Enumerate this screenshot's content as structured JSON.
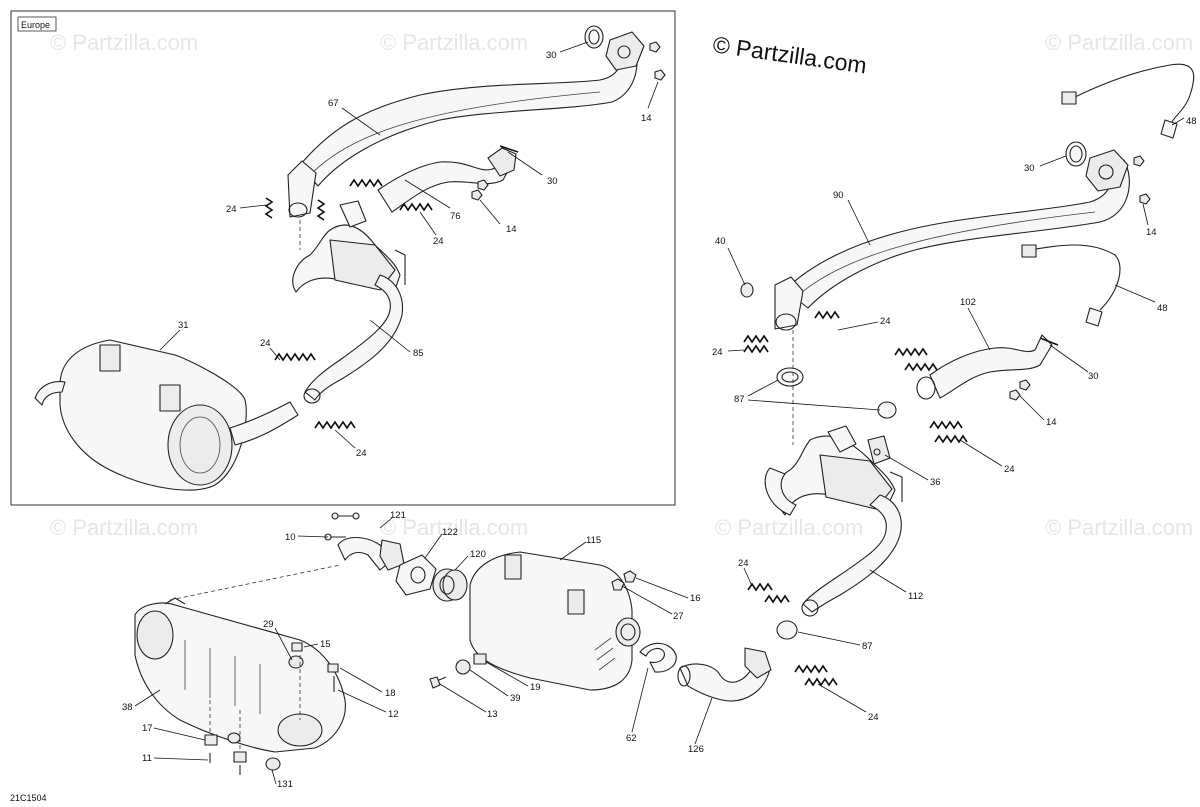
{
  "region_label": "Europe",
  "brand_watermark": "© Partzilla.com",
  "bg_watermark": "© Partzilla.com",
  "diagram_code": "21C1504",
  "callouts": [
    "30",
    "14",
    "67",
    "30",
    "24",
    "76",
    "14",
    "24",
    "31",
    "24",
    "85",
    "24",
    "48",
    "30",
    "90",
    "14",
    "40",
    "48",
    "24",
    "102",
    "24",
    "30",
    "87",
    "14",
    "36",
    "24",
    "10",
    "121",
    "122",
    "120",
    "115",
    "16",
    "27",
    "29",
    "15",
    "18",
    "12",
    "38",
    "17",
    "11",
    "131",
    "13",
    "19",
    "39",
    "62",
    "126",
    "24",
    "112",
    "87",
    "24"
  ]
}
